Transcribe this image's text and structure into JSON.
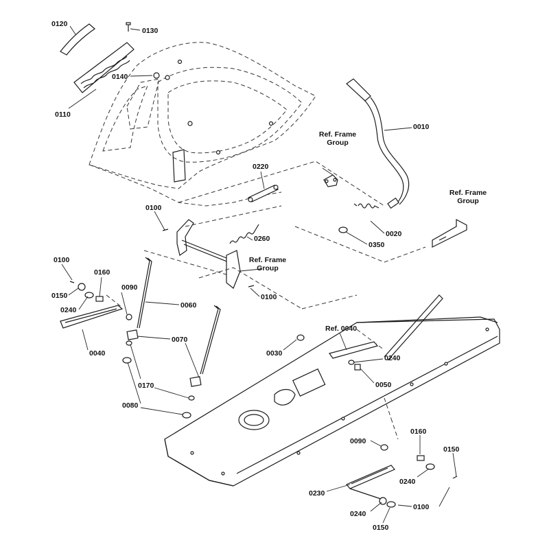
{
  "labels": {
    "p0120": "0120",
    "p0130": "0130",
    "p0140": "0140",
    "p0110": "0110",
    "p0010": "0010",
    "ref_frame_1_a": "Ref. Frame",
    "ref_frame_1_b": "Group",
    "p0220": "0220",
    "ref_frame_2_a": "Ref. Frame",
    "ref_frame_2_b": "Group",
    "p0100_a": "0100",
    "p0020": "0020",
    "p0260": "0260",
    "p0350": "0350",
    "ref_frame_3_a": "Ref. Frame",
    "ref_frame_3_b": "Group",
    "p0100_b": "0100",
    "p0160_a": "0160",
    "p0090_a": "0090",
    "p0150_a": "0150",
    "p0240_a": "0240",
    "p0100_c": "0100",
    "p0060": "0060",
    "p0040": "0040",
    "p0070": "0070",
    "p0030": "0030",
    "ref_0040": "Ref. 0040",
    "p0240_b": "0240",
    "p0050": "0050",
    "p0170": "0170",
    "p0080": "0080",
    "p0090_b": "0090",
    "p0160_b": "0160",
    "p0150_b": "0150",
    "p0240_c": "0240",
    "p0230": "0230",
    "p0100_d": "0100",
    "p0240_d": "0240",
    "p0150_c": "0150"
  }
}
